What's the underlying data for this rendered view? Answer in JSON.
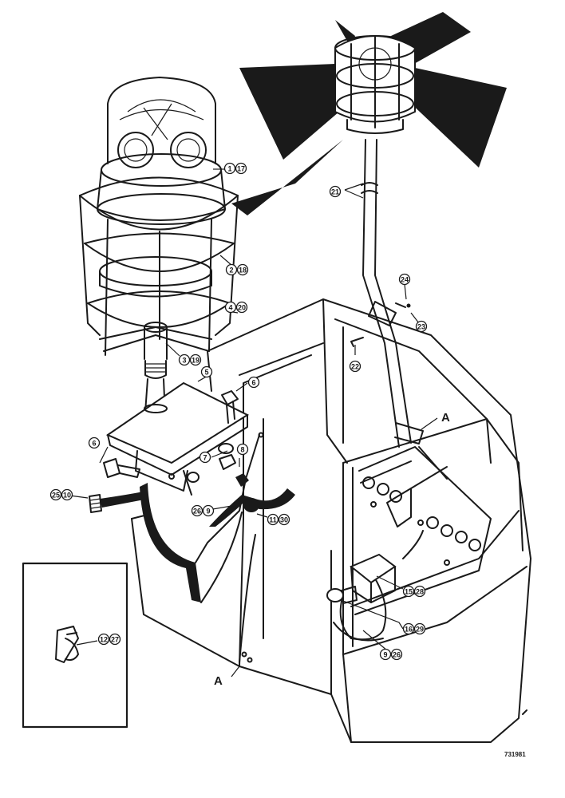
{
  "drawing_number": "731981",
  "section_letters": [
    "A",
    "A"
  ],
  "callouts": [
    {
      "id": "c1",
      "numbers": [
        "1",
        "17"
      ]
    },
    {
      "id": "c2",
      "numbers": [
        "2",
        "18"
      ]
    },
    {
      "id": "c3",
      "numbers": [
        "4",
        "20"
      ]
    },
    {
      "id": "c4",
      "numbers": [
        "3",
        "19"
      ]
    },
    {
      "id": "c5",
      "numbers": [
        "5"
      ]
    },
    {
      "id": "c6",
      "numbers": [
        "6"
      ]
    },
    {
      "id": "c7",
      "numbers": [
        "6"
      ]
    },
    {
      "id": "c8",
      "numbers": [
        "7"
      ]
    },
    {
      "id": "c9",
      "numbers": [
        "8"
      ]
    },
    {
      "id": "c10",
      "numbers": [
        "25",
        "10"
      ]
    },
    {
      "id": "c11",
      "numbers": [
        "26",
        "9"
      ]
    },
    {
      "id": "c12",
      "numbers": [
        "11",
        "30"
      ]
    },
    {
      "id": "c13",
      "numbers": [
        "21"
      ]
    },
    {
      "id": "c14",
      "numbers": [
        "24"
      ]
    },
    {
      "id": "c15",
      "numbers": [
        "23"
      ]
    },
    {
      "id": "c16",
      "numbers": [
        "22"
      ]
    },
    {
      "id": "c17",
      "numbers": [
        "15",
        "28"
      ]
    },
    {
      "id": "c18",
      "numbers": [
        "16",
        "29"
      ]
    },
    {
      "id": "c19",
      "numbers": [
        "9",
        "26"
      ]
    },
    {
      "id": "c20",
      "numbers": [
        "12",
        "27"
      ]
    }
  ],
  "colors": {
    "ink": "#1a1a1a",
    "paper": "#ffffff"
  }
}
